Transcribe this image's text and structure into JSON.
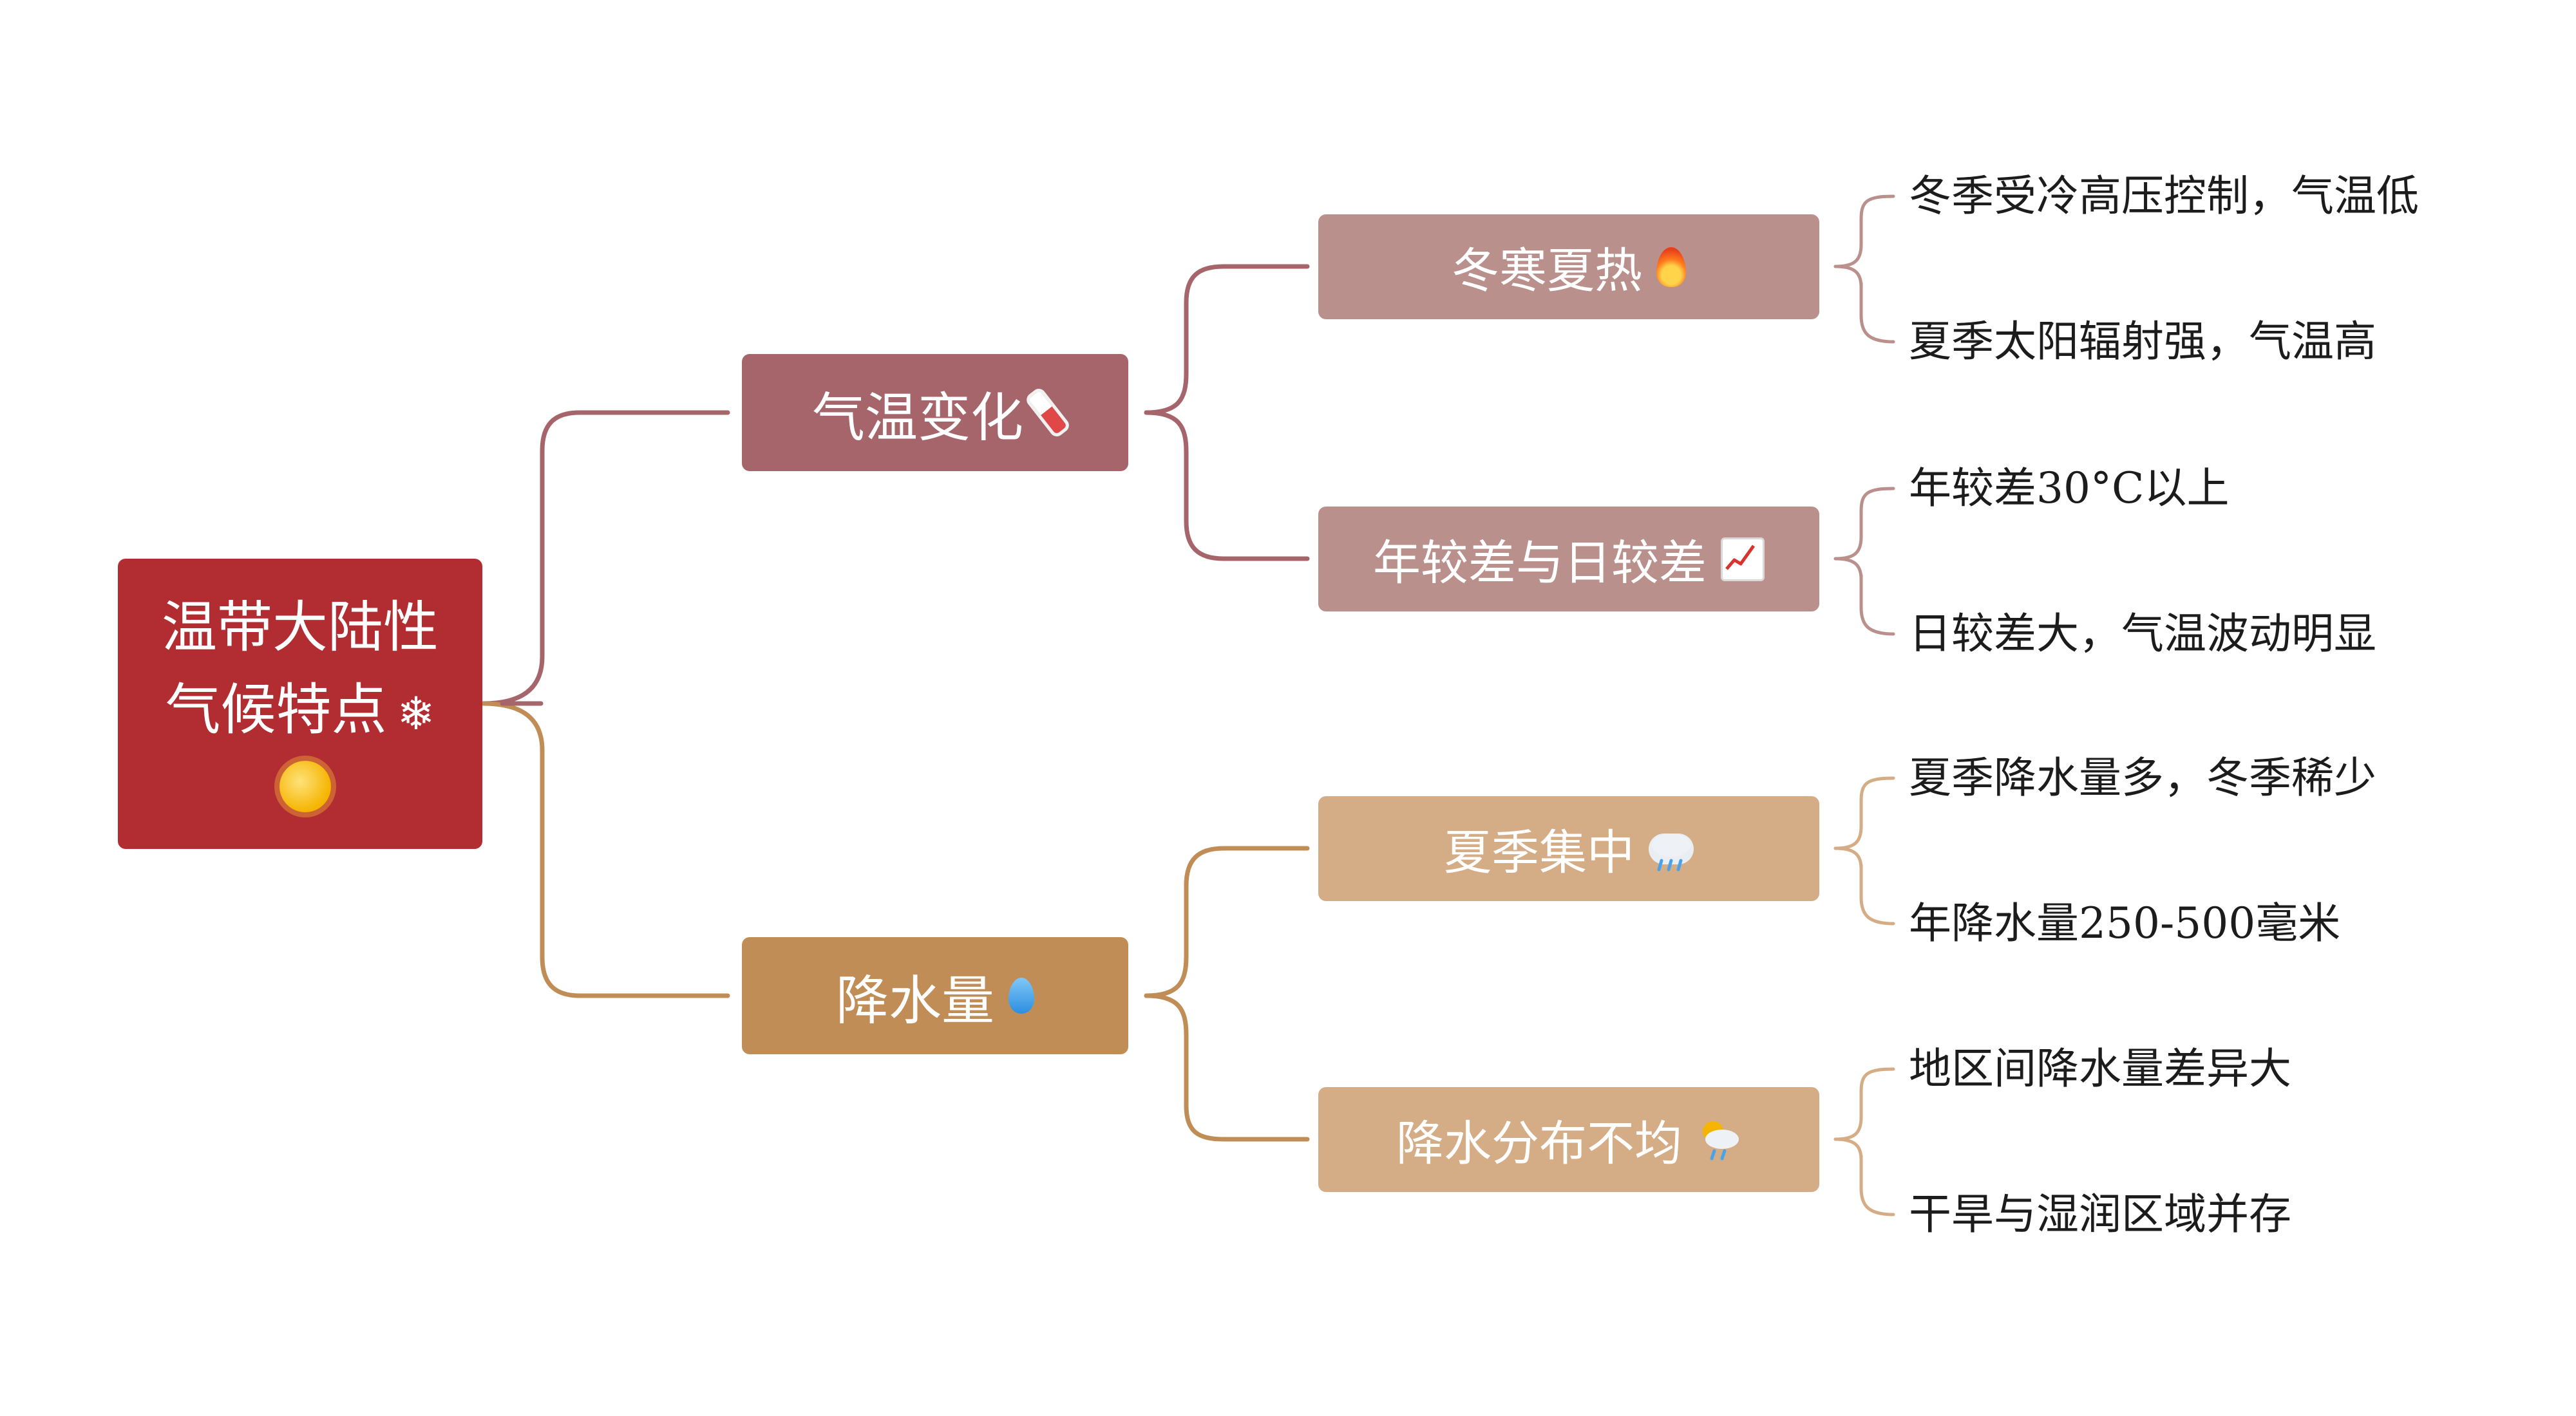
{
  "root": {
    "line1": "温带大陆性",
    "line2": "气候特点",
    "icon_snow": "❄",
    "icons": [
      "snowflake-icon",
      "sun-face-icon"
    ]
  },
  "branches": [
    {
      "label": "气温变化",
      "icon": "thermometer-icon",
      "color": "#a6656a",
      "children": [
        {
          "label": "冬寒夏热",
          "icon": "fire-icon",
          "leaves": [
            "冬季受冷高压控制，气温低",
            "夏季太阳辐射强，气温高"
          ]
        },
        {
          "label": "年较差与日较差",
          "icon": "chart-increasing-icon",
          "leaves": [
            "年较差30°C以上",
            "日较差大，气温波动明显"
          ]
        }
      ]
    },
    {
      "label": "降水量",
      "icon": "droplet-icon",
      "color": "#c08d56",
      "children": [
        {
          "label": "夏季集中",
          "icon": "rain-cloud-icon",
          "leaves": [
            "夏季降水量多，冬季稀少",
            "年降水量250-500毫米"
          ]
        },
        {
          "label": "降水分布不均",
          "icon": "sun-behind-rain-cloud-icon",
          "leaves": [
            "地区间降水量差异大",
            "干旱与湿润区域并存"
          ]
        }
      ]
    }
  ],
  "colors": {
    "root": "#b22d32",
    "branch_temp": "#a6656a",
    "branch_rain": "#c08d56",
    "sub_temp": "#b9908b",
    "sub_rain": "#d4ad86",
    "leaf_text": "#1c1c1c"
  }
}
